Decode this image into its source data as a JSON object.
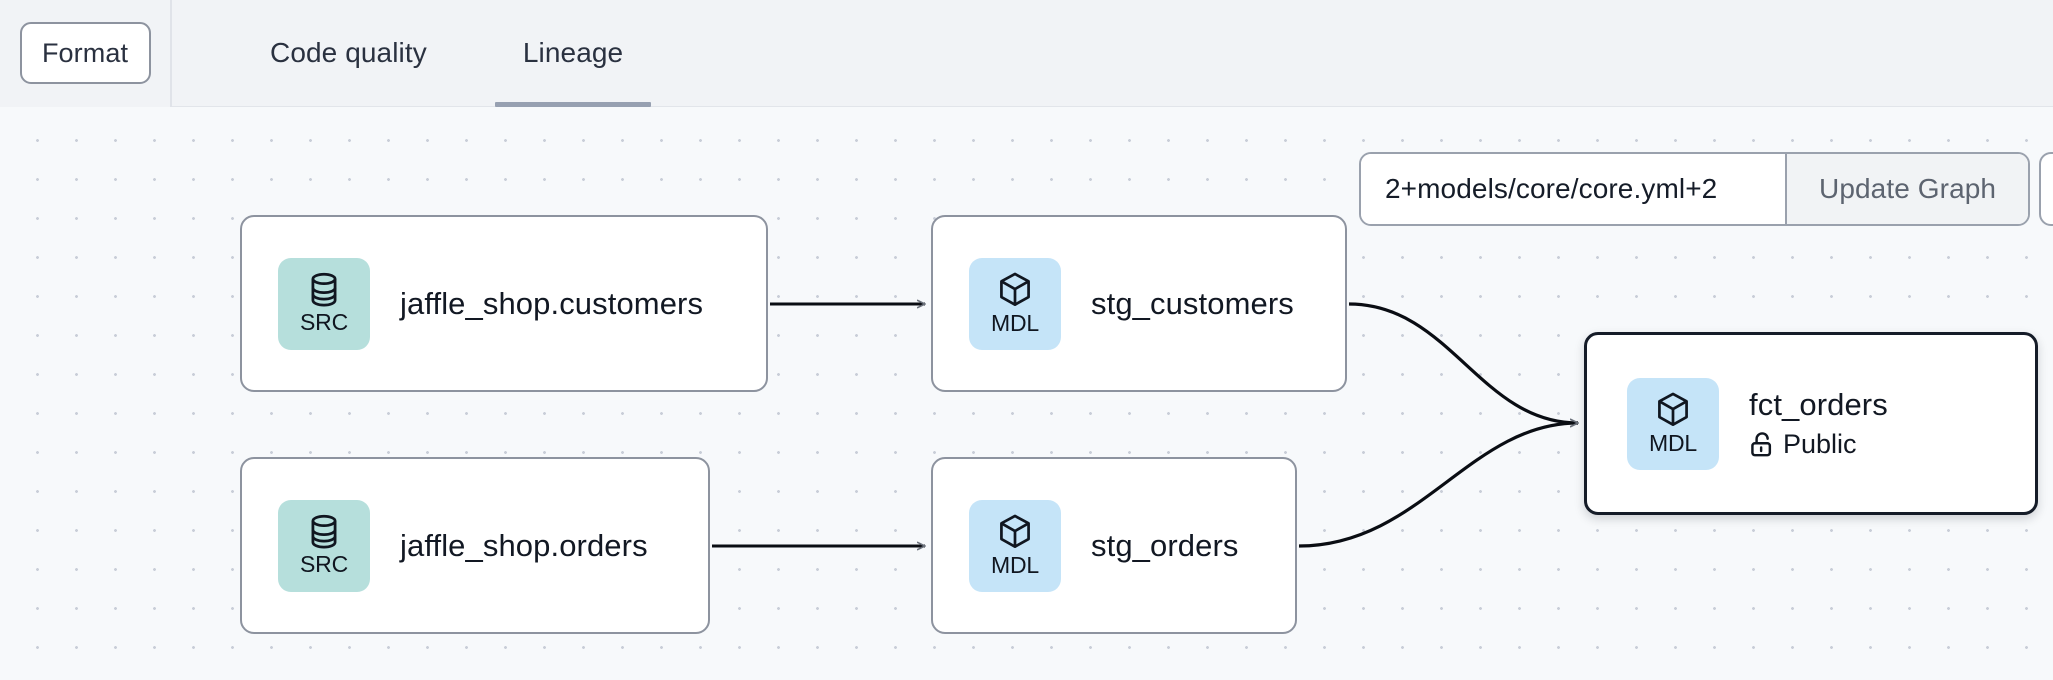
{
  "toolbar": {
    "format_label": "Format",
    "tabs": [
      {
        "label": "Code quality",
        "name": "tab-code-quality",
        "active": false
      },
      {
        "label": "Lineage",
        "name": "tab-lineage",
        "active": true
      }
    ]
  },
  "canvas": {
    "query_bar": {
      "value": "2+models/core/core.yml+2",
      "placeholder": "2+models/core/core.yml+2",
      "update_button_label": "Update Graph"
    },
    "nodes": [
      {
        "id": "src-customers",
        "badge_label": "SRC",
        "badge_icon": "database-icon",
        "title": "jaffle_shop.customers",
        "selected": false,
        "badge_color": "#b6dfdc"
      },
      {
        "id": "stg-customers",
        "badge_label": "MDL",
        "badge_icon": "cube-icon",
        "title": "stg_customers",
        "selected": false,
        "badge_color": "#c5e4f8"
      },
      {
        "id": "src-orders",
        "badge_label": "SRC",
        "badge_icon": "database-icon",
        "title": "jaffle_shop.orders",
        "selected": false,
        "badge_color": "#b6dfdc"
      },
      {
        "id": "stg-orders",
        "badge_label": "MDL",
        "badge_icon": "cube-icon",
        "title": "stg_orders",
        "selected": false,
        "badge_color": "#c5e4f8"
      },
      {
        "id": "fct-orders",
        "badge_label": "MDL",
        "badge_icon": "cube-icon",
        "title": "fct_orders",
        "subtitle": "Public",
        "subtitle_icon": "unlock-icon",
        "selected": true,
        "badge_color": "#c5e4f8"
      }
    ],
    "edges": [
      {
        "from": "src-customers",
        "to": "stg-customers"
      },
      {
        "from": "src-orders",
        "to": "stg-orders"
      },
      {
        "from": "stg-customers",
        "to": "fct-orders"
      },
      {
        "from": "stg-orders",
        "to": "fct-orders"
      }
    ]
  },
  "colors": {
    "toolbar_bg": "#f1f3f6",
    "canvas_bg": "#f7f9fb",
    "grid_dot": "#c9ced8",
    "node_border": "#8d939f",
    "selected_border": "#151c28",
    "active_tab_underline": "#97a0b1",
    "src_badge": "#b6dfdc",
    "mdl_badge": "#c5e4f8",
    "edge_stroke": "#000000"
  }
}
